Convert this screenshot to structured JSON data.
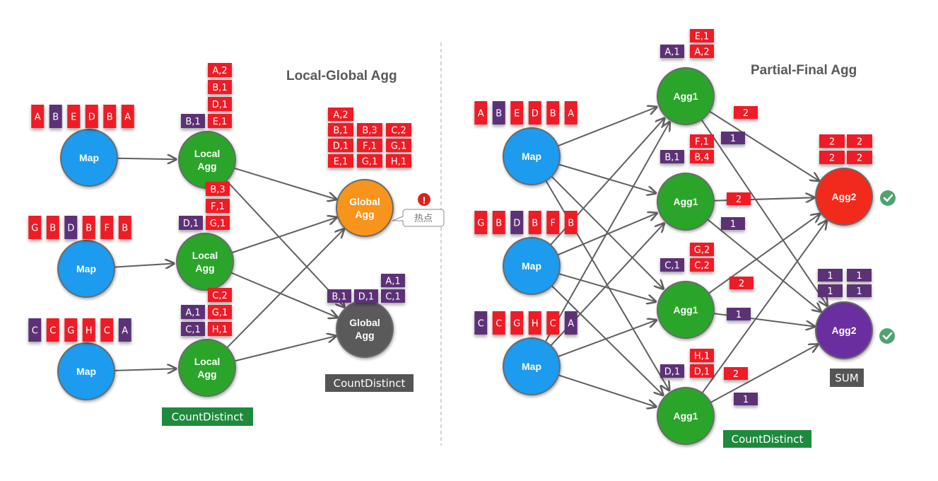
{
  "colors": {
    "red_tag": "#ee1c25",
    "purple_tag": "#5b3276",
    "map_node": "#1e9bef",
    "local_agg_node": "#2aa52a",
    "global_agg_hot": "#f7941e",
    "global_agg_gray": "#5a5a5a",
    "agg2_red": "#f1291e",
    "agg2_purple": "#6b2fa0",
    "caption_green": "#1e8a3c",
    "caption_gray": "#555555",
    "edge": "#5f5f5f",
    "check": "#4ea36f",
    "warning": "#d5251c"
  },
  "left_panel": {
    "title": "Local-Global Agg",
    "maps": [
      {
        "label": "Map",
        "keys": [
          {
            "t": "A",
            "c": "red"
          },
          {
            "t": "B",
            "c": "purple"
          },
          {
            "t": "E",
            "c": "red"
          },
          {
            "t": "D",
            "c": "red"
          },
          {
            "t": "B",
            "c": "red"
          },
          {
            "t": "A",
            "c": "red"
          }
        ]
      },
      {
        "label": "Map",
        "keys": [
          {
            "t": "G",
            "c": "red"
          },
          {
            "t": "B",
            "c": "red"
          },
          {
            "t": "D",
            "c": "purple"
          },
          {
            "t": "B",
            "c": "red"
          },
          {
            "t": "F",
            "c": "red"
          },
          {
            "t": "B",
            "c": "red"
          }
        ]
      },
      {
        "label": "Map",
        "keys": [
          {
            "t": "C",
            "c": "purple"
          },
          {
            "t": "C",
            "c": "red"
          },
          {
            "t": "G",
            "c": "red"
          },
          {
            "t": "H",
            "c": "red"
          },
          {
            "t": "C",
            "c": "red"
          },
          {
            "t": "A",
            "c": "purple"
          }
        ]
      }
    ],
    "local_aggs": [
      {
        "label": "Local\nAgg",
        "purple": [
          "B,1"
        ],
        "red": [
          "A,2",
          "B,1",
          "D,1",
          "E,1"
        ]
      },
      {
        "label": "Local\nAgg",
        "purple": [
          "D,1"
        ],
        "red": [
          "B,3",
          "F,1",
          "G,1"
        ]
      },
      {
        "label": "Local\nAgg",
        "purple": [
          "A,1",
          "C,1"
        ],
        "red": [
          "C,2",
          "G,1",
          "H,1"
        ]
      }
    ],
    "local_caption": "CountDistinct",
    "global_hot": {
      "label": "Global\nAgg",
      "red_columns": [
        [
          "A,2",
          "B,1",
          "D,1",
          "E,1"
        ],
        [
          "B,3",
          "F,1",
          "G,1"
        ],
        [
          "C,2",
          "G,1",
          "H,1"
        ]
      ],
      "warning_icon": "!",
      "callout": "热点"
    },
    "global_gray": {
      "label": "Global\nAgg",
      "purple_columns": [
        [
          "B,1"
        ],
        [
          "D,1"
        ],
        [
          "A,1",
          "C,1"
        ]
      ],
      "caption": "CountDistinct"
    }
  },
  "right_panel": {
    "title": "Partial-Final Agg",
    "maps": [
      {
        "label": "Map",
        "keys": [
          {
            "t": "A",
            "c": "red"
          },
          {
            "t": "B",
            "c": "purple"
          },
          {
            "t": "E",
            "c": "red"
          },
          {
            "t": "D",
            "c": "red"
          },
          {
            "t": "B",
            "c": "red"
          },
          {
            "t": "A",
            "c": "red"
          }
        ]
      },
      {
        "label": "Map",
        "keys": [
          {
            "t": "G",
            "c": "red"
          },
          {
            "t": "B",
            "c": "red"
          },
          {
            "t": "D",
            "c": "purple"
          },
          {
            "t": "B",
            "c": "red"
          },
          {
            "t": "F",
            "c": "red"
          },
          {
            "t": "B",
            "c": "red"
          }
        ]
      },
      {
        "label": "Map",
        "keys": [
          {
            "t": "C",
            "c": "purple"
          },
          {
            "t": "C",
            "c": "red"
          },
          {
            "t": "G",
            "c": "red"
          },
          {
            "t": "H",
            "c": "red"
          },
          {
            "t": "C",
            "c": "red"
          },
          {
            "t": "A",
            "c": "purple"
          }
        ]
      }
    ],
    "agg1": [
      {
        "label": "Agg1",
        "purple": [
          "A,1"
        ],
        "red": [
          "E,1",
          "A,2"
        ],
        "out_red": "2",
        "out_purple": "1"
      },
      {
        "label": "Agg1",
        "purple": [
          "B,1"
        ],
        "red": [
          "F,1",
          "B,4"
        ],
        "out_red": "2",
        "out_purple": "1"
      },
      {
        "label": "Agg1",
        "purple": [
          "C,1"
        ],
        "red": [
          "G,2",
          "C,2"
        ],
        "out_red": "2",
        "out_purple": "1"
      },
      {
        "label": "Agg1",
        "purple": [
          "D,1"
        ],
        "red": [
          "H,1",
          "D,1"
        ],
        "out_red": "2",
        "out_purple": "1"
      }
    ],
    "agg1_caption": "CountDistinct",
    "agg2_red": {
      "label": "Agg2",
      "values": [
        "2",
        "2",
        "2",
        "2"
      ],
      "status": "check"
    },
    "agg2_purple": {
      "label": "Agg2",
      "values": [
        "1",
        "1",
        "1",
        "1"
      ],
      "status": "check",
      "caption": "SUM"
    }
  }
}
